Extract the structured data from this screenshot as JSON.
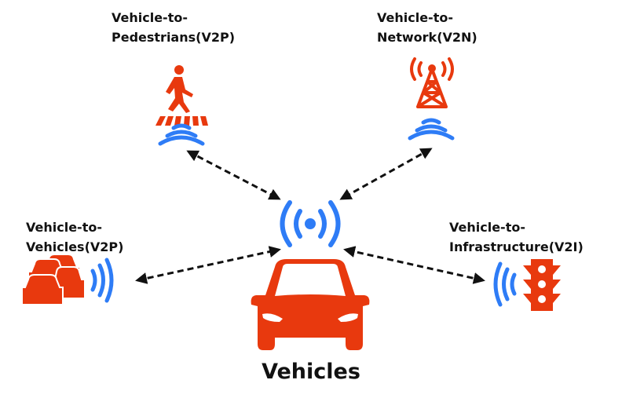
{
  "colors": {
    "accent": "#e8390e",
    "signal": "#2e7cf6",
    "arrow": "#111111"
  },
  "nodes": {
    "v2p": {
      "line1": "Vehicle-to-",
      "line2": "Pedestrians(V2P)",
      "icon": "pedestrian-crossing-icon"
    },
    "v2n": {
      "line1": "Vehicle-to-",
      "line2": "Network(V2N)",
      "icon": "cell-tower-icon"
    },
    "v2v": {
      "line1": "Vehicle-to-",
      "line2": "Vehicles(V2P)",
      "icon": "cars-icon"
    },
    "v2i": {
      "line1": "Vehicle-to-",
      "line2": "Infrastructure(V2I)",
      "icon": "traffic-light-icon"
    },
    "center": {
      "label": "Vehicles",
      "icon": "car-icon"
    }
  }
}
